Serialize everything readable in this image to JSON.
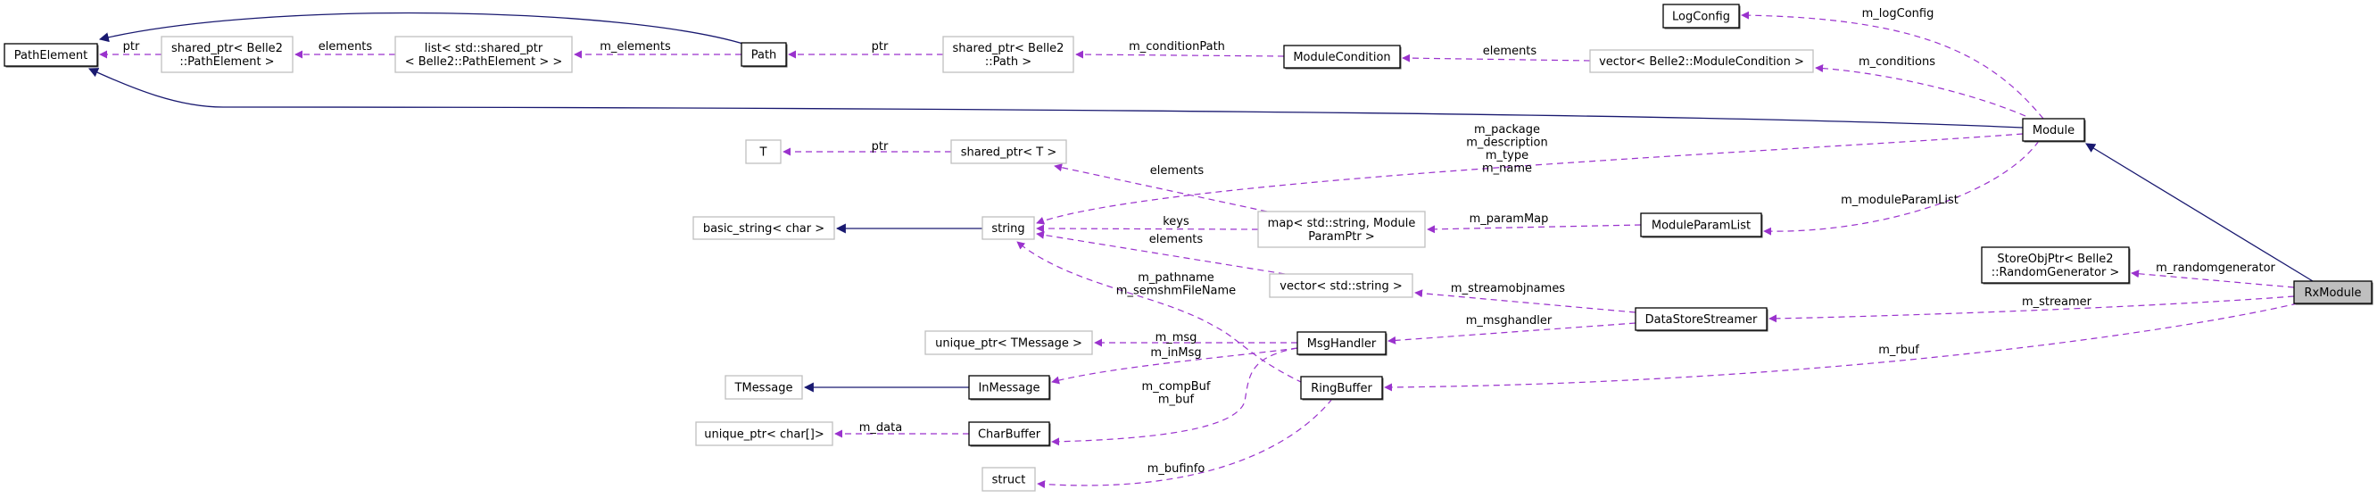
{
  "colors": {
    "usage_edge": "#9a32cd",
    "inheritance_edge": "#191970",
    "focus_fill": "#bfbfbf",
    "external_border": "#bfbfbf"
  },
  "nodes": [
    {
      "id": "PathElement",
      "lines": [
        "PathElement"
      ],
      "kind": "class"
    },
    {
      "id": "sp_pathelement",
      "lines": [
        "shared_ptr< Belle2",
        "::PathElement >"
      ],
      "kind": "external"
    },
    {
      "id": "list_sp",
      "lines": [
        "list< std::shared_ptr",
        "< Belle2::PathElement > >"
      ],
      "kind": "external"
    },
    {
      "id": "Path",
      "lines": [
        "Path"
      ],
      "kind": "class"
    },
    {
      "id": "sp_path",
      "lines": [
        "shared_ptr< Belle2",
        "::Path >"
      ],
      "kind": "external"
    },
    {
      "id": "ModuleCondition",
      "lines": [
        "ModuleCondition"
      ],
      "kind": "class"
    },
    {
      "id": "vec_modcond",
      "lines": [
        "vector< Belle2::ModuleCondition >"
      ],
      "kind": "external"
    },
    {
      "id": "LogConfig",
      "lines": [
        "LogConfig"
      ],
      "kind": "class"
    },
    {
      "id": "Module",
      "lines": [
        "Module"
      ],
      "kind": "class"
    },
    {
      "id": "T",
      "lines": [
        "T"
      ],
      "kind": "external"
    },
    {
      "id": "sp_T",
      "lines": [
        "shared_ptr< T >"
      ],
      "kind": "external"
    },
    {
      "id": "basic_string",
      "lines": [
        "basic_string< char >"
      ],
      "kind": "external"
    },
    {
      "id": "string",
      "lines": [
        "string"
      ],
      "kind": "external"
    },
    {
      "id": "map",
      "lines": [
        "map< std::string, Module",
        "ParamPtr >"
      ],
      "kind": "external"
    },
    {
      "id": "ModuleParamList",
      "lines": [
        "ModuleParamList"
      ],
      "kind": "class"
    },
    {
      "id": "StoreObjPtr",
      "lines": [
        "StoreObjPtr< Belle2",
        "::RandomGenerator >"
      ],
      "kind": "class"
    },
    {
      "id": "RxModule",
      "lines": [
        "RxModule"
      ],
      "kind": "focus"
    },
    {
      "id": "vec_string",
      "lines": [
        "vector< std::string >"
      ],
      "kind": "external"
    },
    {
      "id": "DataStoreStreamer",
      "lines": [
        "DataStoreStreamer"
      ],
      "kind": "class"
    },
    {
      "id": "up_tmessage",
      "lines": [
        "unique_ptr< TMessage >"
      ],
      "kind": "external"
    },
    {
      "id": "MsgHandler",
      "lines": [
        "MsgHandler"
      ],
      "kind": "class"
    },
    {
      "id": "TMessage",
      "lines": [
        "TMessage"
      ],
      "kind": "external"
    },
    {
      "id": "InMessage",
      "lines": [
        "InMessage"
      ],
      "kind": "class"
    },
    {
      "id": "RingBuffer",
      "lines": [
        "RingBuffer"
      ],
      "kind": "class"
    },
    {
      "id": "up_char",
      "lines": [
        "unique_ptr< char[]>"
      ],
      "kind": "external"
    },
    {
      "id": "CharBuffer",
      "lines": [
        "CharBuffer"
      ],
      "kind": "class"
    },
    {
      "id": "struct",
      "lines": [
        "struct"
      ],
      "kind": "external"
    }
  ],
  "edges": [
    {
      "id": "e1",
      "from": "Path",
      "to": "PathElement",
      "type": "inheritance",
      "label": []
    },
    {
      "id": "e2",
      "from": "Module",
      "to": "PathElement",
      "type": "inheritance",
      "label": []
    },
    {
      "id": "e3",
      "from": "RxModule",
      "to": "Module",
      "type": "inheritance",
      "label": []
    },
    {
      "id": "e4",
      "from": "string",
      "to": "basic_string",
      "type": "inheritance",
      "label": []
    },
    {
      "id": "e5",
      "from": "InMessage",
      "to": "TMessage",
      "type": "inheritance",
      "label": []
    },
    {
      "id": "e6",
      "from": "sp_pathelement",
      "to": "PathElement",
      "type": "usage",
      "label": [
        "ptr"
      ]
    },
    {
      "id": "e7",
      "from": "list_sp",
      "to": "sp_pathelement",
      "type": "usage",
      "label": [
        "elements"
      ]
    },
    {
      "id": "e8",
      "from": "Path",
      "to": "list_sp",
      "type": "usage",
      "label": [
        "m_elements"
      ]
    },
    {
      "id": "e9",
      "from": "sp_path",
      "to": "Path",
      "type": "usage",
      "label": [
        "ptr"
      ]
    },
    {
      "id": "e10",
      "from": "ModuleCondition",
      "to": "sp_path",
      "type": "usage",
      "label": [
        "m_conditionPath"
      ]
    },
    {
      "id": "e11",
      "from": "vec_modcond",
      "to": "ModuleCondition",
      "type": "usage",
      "label": [
        "elements"
      ]
    },
    {
      "id": "e12",
      "from": "Module",
      "to": "LogConfig",
      "type": "usage",
      "label": [
        "m_logConfig"
      ]
    },
    {
      "id": "e13",
      "from": "Module",
      "to": "vec_modcond",
      "type": "usage",
      "label": [
        "m_conditions"
      ]
    },
    {
      "id": "e14",
      "from": "Module",
      "to": "string",
      "type": "usage",
      "label": [
        "m_package",
        "m_description",
        "m_type",
        "m_name"
      ]
    },
    {
      "id": "e15",
      "from": "sp_T",
      "to": "T",
      "type": "usage",
      "label": [
        "ptr"
      ]
    },
    {
      "id": "e16",
      "from": "map",
      "to": "sp_T",
      "type": "usage",
      "label": [
        "elements"
      ]
    },
    {
      "id": "e17",
      "from": "map",
      "to": "string",
      "type": "usage",
      "label": [
        "keys"
      ]
    },
    {
      "id": "e18",
      "from": "vec_string",
      "to": "string",
      "type": "usage",
      "label": [
        "elements"
      ]
    },
    {
      "id": "e19",
      "from": "ModuleParamList",
      "to": "map",
      "type": "usage",
      "label": [
        "m_paramMap"
      ]
    },
    {
      "id": "e20",
      "from": "Module",
      "to": "ModuleParamList",
      "type": "usage",
      "label": [
        "m_moduleParamList"
      ]
    },
    {
      "id": "e21",
      "from": "RingBuffer",
      "to": "string",
      "type": "usage",
      "label": [
        "m_pathname",
        "m_semshmFileName"
      ]
    },
    {
      "id": "e22",
      "from": "DataStoreStreamer",
      "to": "vec_string",
      "type": "usage",
      "label": [
        "m_streamobjnames"
      ]
    },
    {
      "id": "e23",
      "from": "DataStoreStreamer",
      "to": "MsgHandler",
      "type": "usage",
      "label": [
        "m_msghandler"
      ]
    },
    {
      "id": "e24",
      "from": "RxModule",
      "to": "StoreObjPtr",
      "type": "usage",
      "label": [
        "m_randomgenerator"
      ]
    },
    {
      "id": "e25",
      "from": "RxModule",
      "to": "DataStoreStreamer",
      "type": "usage",
      "label": [
        "m_streamer"
      ]
    },
    {
      "id": "e26",
      "from": "RxModule",
      "to": "RingBuffer",
      "type": "usage",
      "label": [
        "m_rbuf"
      ]
    },
    {
      "id": "e27",
      "from": "MsgHandler",
      "to": "up_tmessage",
      "type": "usage",
      "label": [
        "m_msg"
      ]
    },
    {
      "id": "e28",
      "from": "MsgHandler",
      "to": "InMessage",
      "type": "usage",
      "label": [
        "m_inMsg"
      ]
    },
    {
      "id": "e29",
      "from": "MsgHandler",
      "to": "CharBuffer",
      "type": "usage",
      "label": [
        "m_compBuf",
        "m_buf"
      ]
    },
    {
      "id": "e30",
      "from": "CharBuffer",
      "to": "up_char",
      "type": "usage",
      "label": [
        "m_data"
      ]
    },
    {
      "id": "e31",
      "from": "RingBuffer",
      "to": "struct",
      "type": "usage",
      "label": [
        "m_bufinfo"
      ]
    }
  ]
}
